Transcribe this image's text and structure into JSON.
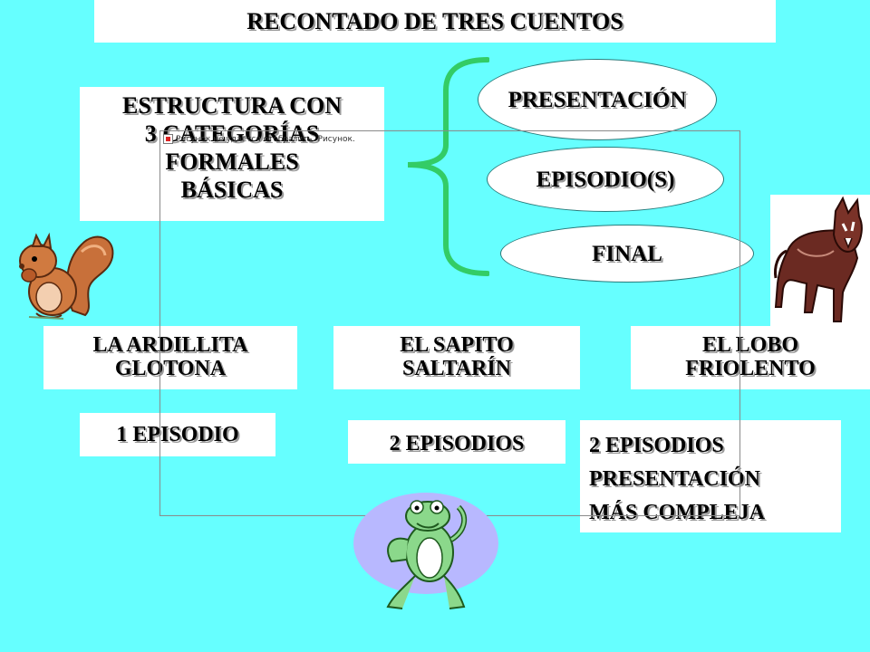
{
  "title": "RECONTADO  DE TRES CUENTOS",
  "structure": {
    "lines": [
      "ESTRUCTURA CON",
      "3 CATEGORÍAS",
      "FORMALES",
      "BÁSICAS"
    ]
  },
  "categories": [
    "PRESENTACIÓN",
    "EPISODIO(S)",
    "FINAL"
  ],
  "stories": [
    {
      "lines": [
        "LA ARDILLITA",
        "GLOTONA"
      ]
    },
    {
      "lines": [
        "EL SAPITO",
        "SALTARÍN"
      ]
    },
    {
      "lines": [
        "EL LOBO",
        "FRIOLENTO"
      ]
    }
  ],
  "episodes": {
    "ardillita": "1 EPISODIO",
    "sapito": "2 EPISODIOS",
    "lobo": [
      "2 EPISODIOS",
      "PRESENTACIÓN",
      "MÁS COMPLEJA"
    ]
  },
  "image_placeholder": "Рисунок не удается отобразить. Рисунок.",
  "colors": {
    "background": "#66ffff",
    "brace": "#33cc66"
  },
  "icons": [
    "squirrel-clipart",
    "frog-clipart",
    "wolf-clipart",
    "broken-image-icon"
  ]
}
